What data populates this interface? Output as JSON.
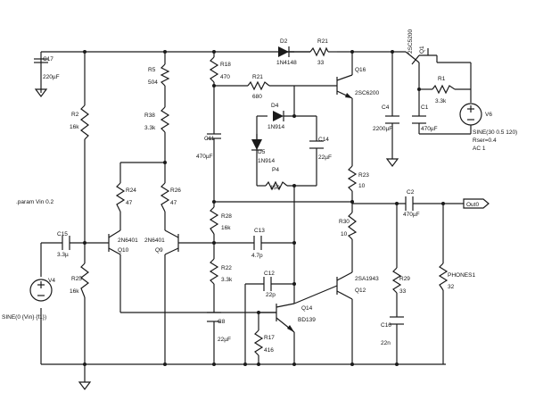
{
  "labels": {
    "c17": "C17",
    "c17v": "220µF",
    "r2": "R2",
    "r2v": "16k",
    "r5": "R5",
    "r5v": "504",
    "r38": "R38",
    "r38v": "3.3k",
    "r24": "R24",
    "r24v": "47",
    "r26": "R26",
    "r26v": "47",
    "r18": "R18",
    "r18v": "470",
    "d2": "D2",
    "d2v": "1N4148",
    "r21a": "R21",
    "r21av": "33",
    "r21b": "R21",
    "r21bv": "680",
    "q16": "Q16",
    "q16v": "2SC6200",
    "sc": "2SC5200",
    "q1": "Q1",
    "r1": "R1",
    "r1v": "3.3k",
    "c4": "C4",
    "c4v": "2200µF",
    "c1": "C1",
    "c1v": "470µF",
    "v6": "V6",
    "sine1": "SINE(30 0.5 120)",
    "rser": "Rser=0.4",
    "ac1": "AC 1",
    "d4": "D4",
    "d4v": "1N914",
    "d5": "D5",
    "d5v": "1N914",
    "c11": "C11",
    "c11v": "470µF",
    "c14": "C14",
    "c14v": "22µF",
    "p4": "P4",
    "p4v": "150",
    "r23": "R23",
    "r23v": "10",
    "c2": "C2",
    "c2v": "470µF",
    "out": "Out0",
    "param": ".param Vin 0.2",
    "r28": "R28",
    "r28v": "16k",
    "r30": "R30",
    "r30v": "10",
    "c15": "C15",
    "c15v": "3.3µ",
    "q10": "Q10",
    "q10v": "2N6401",
    "q9": "Q9",
    "q9v": "2N6401",
    "c13": "C13",
    "c13v": "4.7p",
    "r22": "R22",
    "r22v": "3.3k",
    "c12": "C12",
    "c12v": "22p",
    "q12": "Q12",
    "q12v": "2SA1943",
    "r29": "R29",
    "r29v": "33",
    "phones1": "PHONES1",
    "phones1v": "32",
    "v4": "V4",
    "sine2": "SINE(0 {Vin} {f1})",
    "r25": "R25",
    "r25v": "16k",
    "c8": "C8",
    "c8v": "22µF",
    "q14": "Q14",
    "q14v": "BD139",
    "r17": "R17",
    "r17v": "416",
    "c16": "C16",
    "c16v": "22n"
  }
}
